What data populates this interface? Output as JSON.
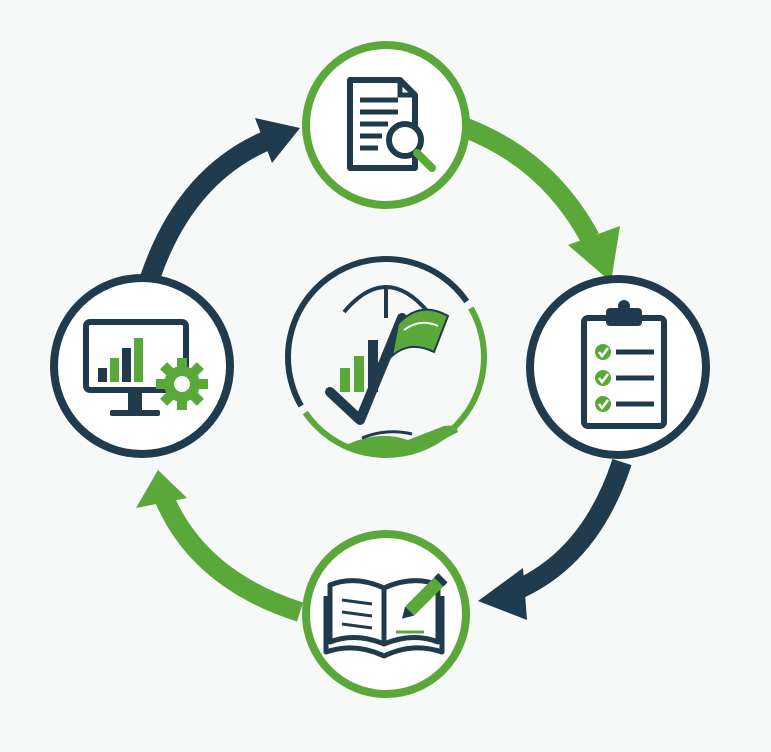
{
  "diagram": {
    "type": "cycle",
    "colors": {
      "navy": "#1f3b4d",
      "green": "#5aa83a",
      "background": "#f7f8f8",
      "fill": "#ffffff"
    },
    "center": {
      "icon": "finance-growth-checkmark-hand-icon"
    },
    "nodes": [
      {
        "id": "top",
        "icon": "document-search-icon",
        "ring_color": "green"
      },
      {
        "id": "right",
        "icon": "clipboard-checklist-icon",
        "ring_color": "navy"
      },
      {
        "id": "bottom",
        "icon": "open-book-pencil-icon",
        "ring_color": "green"
      },
      {
        "id": "left",
        "icon": "monitor-chart-gear-icon",
        "ring_color": "navy"
      }
    ],
    "arrows": [
      {
        "from": "top",
        "to": "right",
        "color": "green"
      },
      {
        "from": "right",
        "to": "bottom",
        "color": "navy"
      },
      {
        "from": "bottom",
        "to": "left",
        "color": "green"
      },
      {
        "from": "left",
        "to": "top",
        "color": "navy"
      }
    ]
  }
}
